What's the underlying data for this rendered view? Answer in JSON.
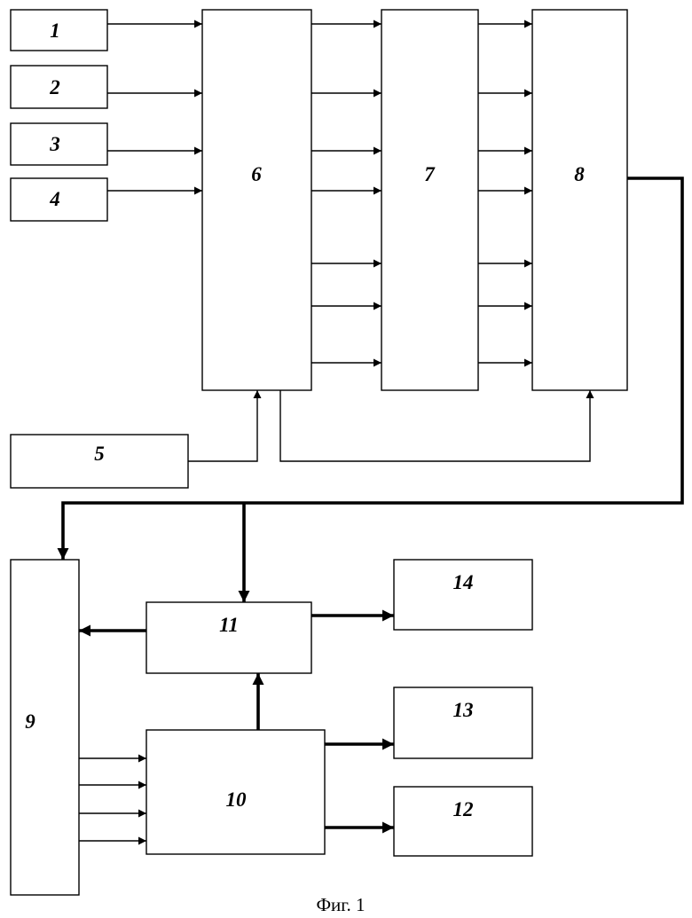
{
  "blocks": {
    "b1": "1",
    "b2": "2",
    "b3": "3",
    "b4": "4",
    "b5": "5",
    "b6": "6",
    "b7": "7",
    "b8": "8",
    "b9": "9",
    "b10": "10",
    "b11": "11",
    "b12": "12",
    "b13": "13",
    "b14": "14"
  },
  "caption": "Фиг. 1"
}
